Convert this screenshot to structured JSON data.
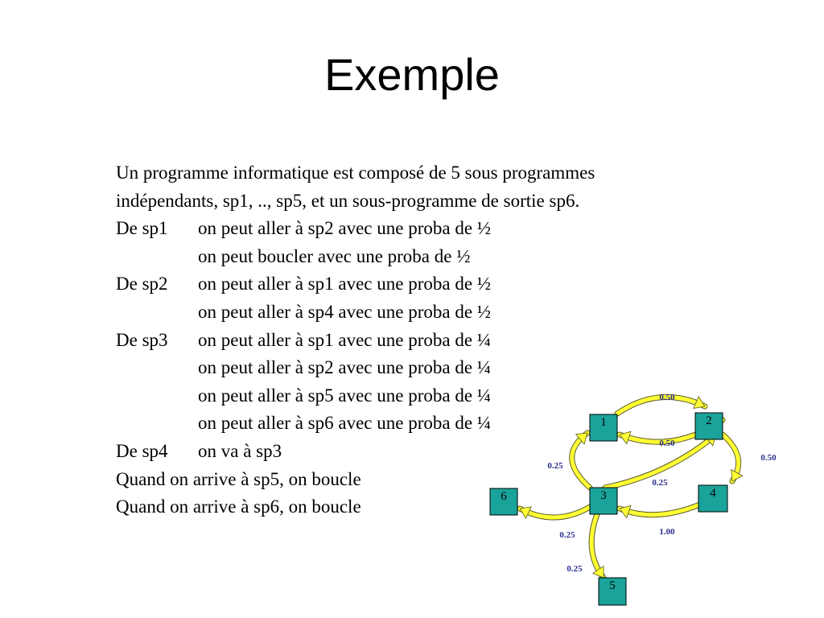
{
  "title": "Exemple",
  "lines": [
    {
      "label": "",
      "text": "Un programme informatique est composé de 5 sous programmes"
    },
    {
      "label": "",
      "text": "indépendants, sp1, .., sp5, et un sous-programme de sortie sp6."
    },
    {
      "label": "De sp1",
      "text": "on peut aller à sp2 avec une proba de ½"
    },
    {
      "label": "",
      "text": "on peut boucler avec une proba de ½"
    },
    {
      "label": "De sp2",
      "text": "on peut aller à sp1 avec une proba de ½"
    },
    {
      "label": "",
      "text": "on peut aller à sp4 avec une proba de ½"
    },
    {
      "label": "De sp3",
      "text": "on peut aller à sp1 avec une proba de ¼"
    },
    {
      "label": "",
      "text": "on peut aller à sp2 avec une proba de ¼"
    },
    {
      "label": "",
      "text": "on peut aller à sp5 avec une proba de ¼"
    },
    {
      "label": "",
      "text": "on peut aller à sp6 avec une proba de ¼"
    },
    {
      "label": "De sp4",
      "text": "on va à sp3"
    },
    {
      "label": "",
      "text": "Quand on arrive à sp5, on boucle"
    },
    {
      "label": "",
      "text": "Quand on arrive à sp6, on boucle"
    }
  ],
  "diagram": {
    "colors": {
      "node": "#1aa39a",
      "arrow": "#ffff33",
      "edge_label": "#2b2e8c"
    },
    "nodes": [
      {
        "id": "n1",
        "label": "1"
      },
      {
        "id": "n2",
        "label": "2"
      },
      {
        "id": "n3",
        "label": "3"
      },
      {
        "id": "n4",
        "label": "4"
      },
      {
        "id": "n5",
        "label": "5"
      },
      {
        "id": "n6",
        "label": "6"
      }
    ],
    "edges": [
      {
        "from": "1",
        "to": "2",
        "label": "0.50"
      },
      {
        "from": "2",
        "to": "1",
        "label": "0.50"
      },
      {
        "from": "3",
        "to": "1",
        "label": "0.25"
      },
      {
        "from": "2",
        "to": "4",
        "label": "0.50"
      },
      {
        "from": "3",
        "to": "2",
        "label": "0.25"
      },
      {
        "from": "3",
        "to": "6",
        "label": "0.25"
      },
      {
        "from": "4",
        "to": "3",
        "label": "1.00"
      },
      {
        "from": "3",
        "to": "5",
        "label": "0.25"
      }
    ]
  }
}
